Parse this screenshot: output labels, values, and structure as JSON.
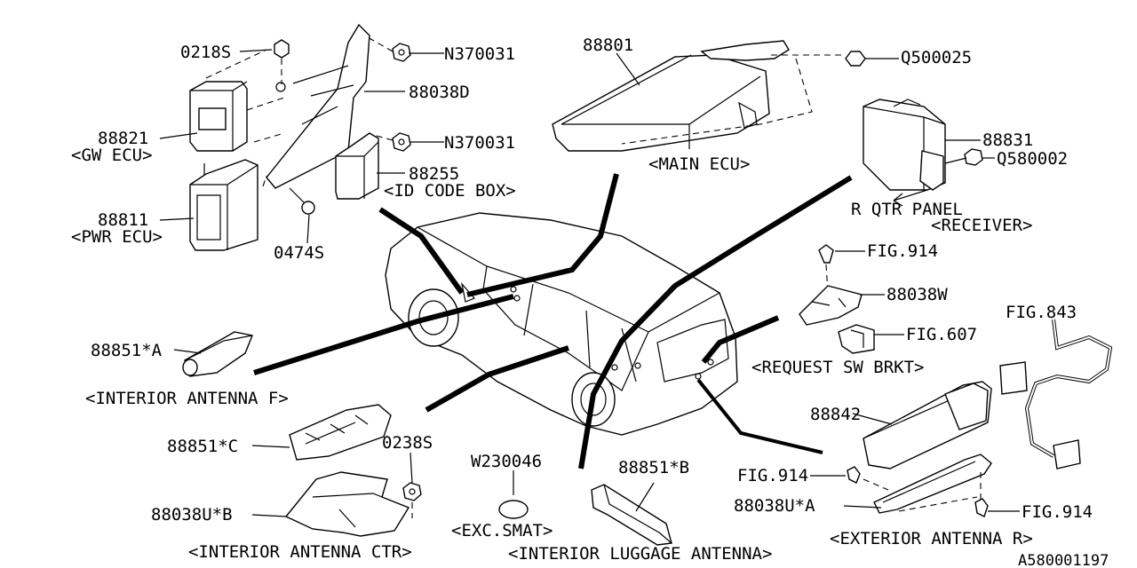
{
  "labels": {
    "p0218s": "0218S",
    "pN370031a": "N370031",
    "p88038d": "88038D",
    "p88821": "88821",
    "gw_ecu": "<GW ECU>",
    "pN370031b": "N370031",
    "p88255": "88255",
    "id_code_box": "<ID CODE BOX>",
    "p88811": "88811",
    "pwr_ecu": "<PWR ECU>",
    "p0474s": "0474S",
    "p88801": "88801",
    "pQ500025": "Q500025",
    "main_ecu": "<MAIN ECU>",
    "p88831": "88831",
    "pQ580002": "Q580002",
    "r_qtr_panel": "R QTR PANEL",
    "receiver": "<RECEIVER>",
    "fig914a": "FIG.914",
    "p88038w": "88038W",
    "fig843": "FIG.843",
    "fig607": "FIG.607",
    "request_sw_brkt": "<REQUEST SW BRKT>",
    "p88851a": "88851*A",
    "interior_antenna_f": "<INTERIOR ANTENNA F>",
    "p88842": "88842",
    "p88851c": "88851*C",
    "p0238s": "0238S",
    "pW230046": "W230046",
    "p88851b": "88851*B",
    "fig914b": "FIG.914",
    "p88038ub": "88038U*B",
    "p88038ua": "88038U*A",
    "fig914c": "FIG.914",
    "exc_smat": "<EXC.SMAT>",
    "interior_antenna_ctr": "<INTERIOR ANTENNA CTR>",
    "interior_luggage_antenna": "<INTERIOR LUGGAGE ANTENNA>",
    "exterior_antenna_r": "<EXTERIOR ANTENNA R>",
    "diagram_id": "A580001197"
  }
}
